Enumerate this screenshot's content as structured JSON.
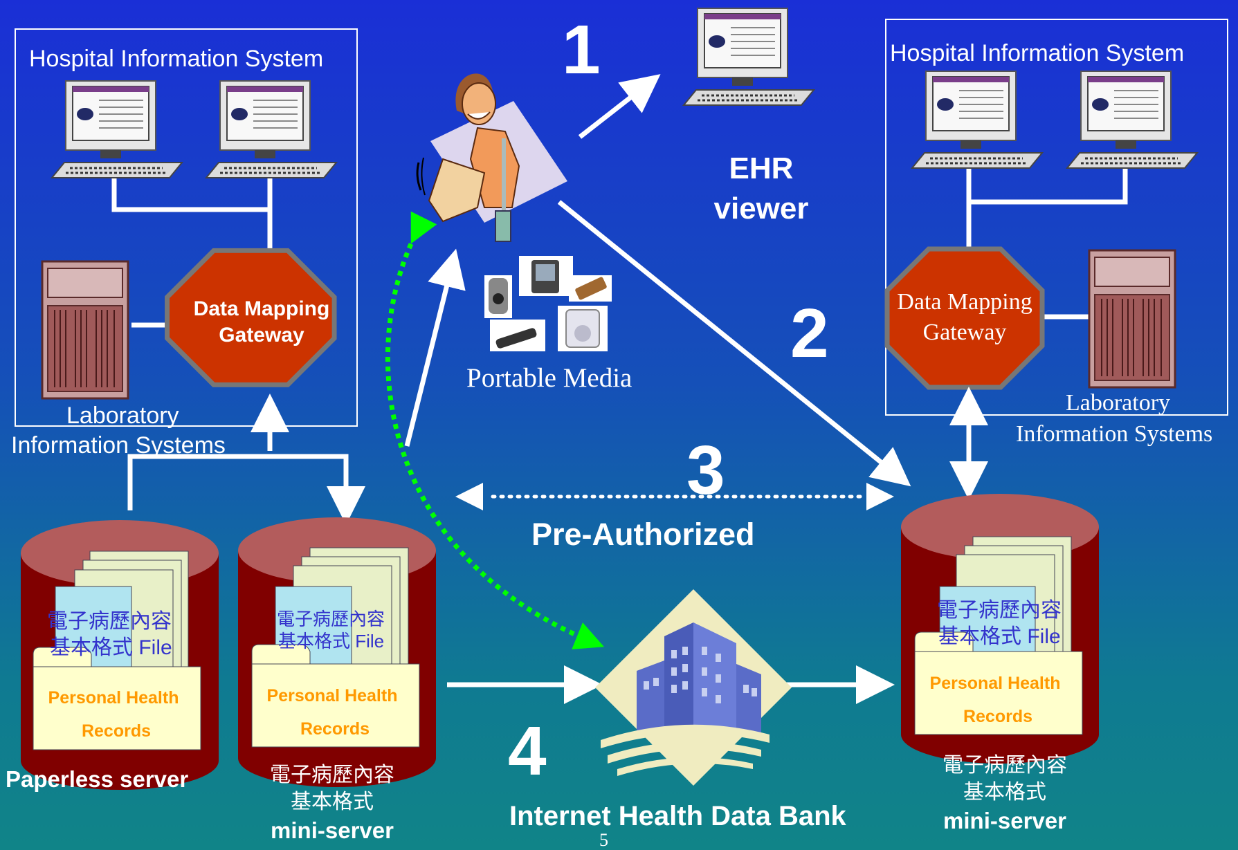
{
  "left_system": {
    "title": "Hospital Information System",
    "gateway_line1": "Data Mapping",
    "gateway_line2": "Gateway",
    "lab_line1": "Laboratory",
    "lab_line2": "Information Systems"
  },
  "right_system": {
    "title": "Hospital Information System",
    "gateway_line1": "Data Mapping",
    "gateway_line2": "Gateway",
    "lab_line1": "Laboratory",
    "lab_line2": "Information Systems"
  },
  "steps": {
    "s1": "1",
    "s2": "2",
    "s3": "3",
    "s4": "4"
  },
  "ehr_viewer": {
    "line1": "EHR",
    "line2": "viewer"
  },
  "portable_media": "Portable Media",
  "pre_authorized": "Pre-Authorized",
  "servers": {
    "paperless": {
      "file_line1": "電子病歷內容",
      "file_line2_a": "基本格式 ",
      "file_line2_b": "File",
      "folder_line1": "Personal Health",
      "folder_line2": "Records",
      "caption": "Paperless server"
    },
    "mini_left": {
      "file_line1": "電子病歷內容",
      "file_line2_a": "基本格式 ",
      "file_line2_b": "File",
      "folder_line1": "Personal Health",
      "folder_line2": "Records",
      "caption_line1": "電子病歷內容",
      "caption_line2": "基本格式",
      "caption_line3": "mini-server"
    },
    "mini_right": {
      "file_line1": "電子病歷內容",
      "file_line2_a": "基本格式 ",
      "file_line2_b": "File",
      "folder_line1": "Personal Health",
      "folder_line2": "Records",
      "caption_line1": "電子病歷內容",
      "caption_line2": "基本格式",
      "caption_line3": "mini-server"
    }
  },
  "data_bank": "Internet Health Data Bank",
  "page_number": "5",
  "colors": {
    "gateway": "#cc3300",
    "cylinder_body": "#800000",
    "cylinder_top": "#b35c5c",
    "folder": "#ffffcc",
    "folder_text": "#ff9900",
    "file_text": "#3333cc",
    "green_arrow": "#00ff00"
  }
}
